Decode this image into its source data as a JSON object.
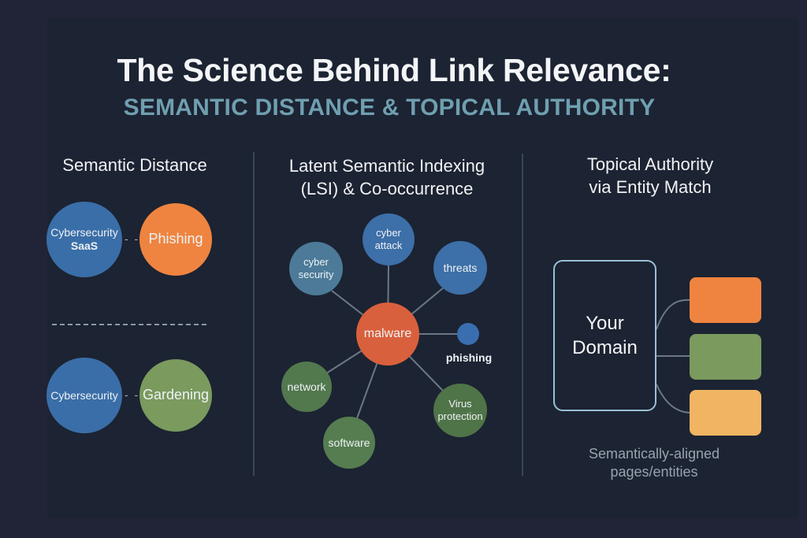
{
  "header": {
    "title": "The Science Behind Link Relevance:",
    "subtitle": "SEMANTIC DISTANCE & TOPICAL AUTHORITY"
  },
  "colors": {
    "background": "#212436",
    "panel": "#1c2332",
    "subtitle": "#6f9fb0",
    "blue": "#3a6ea8",
    "steel_blue": "#4c7a98",
    "orange": "#ef8440",
    "malware_orange": "#d9603d",
    "green_light": "#7a9a5e",
    "green_dark": "#52784e",
    "light_orange": "#f0b463",
    "domain_border": "#9ac0d8"
  },
  "semantic_distance": {
    "heading": "Semantic Distance",
    "pairs": [
      {
        "left": {
          "line1": "Cybersecurity",
          "line2": "SaaS"
        },
        "connector": "- -",
        "right": {
          "label": "Phishing"
        }
      },
      {
        "left": {
          "line1": "Cybersecurity"
        },
        "connector": "- -",
        "right": {
          "label": "Gardening"
        }
      }
    ]
  },
  "lsi": {
    "heading_line1": "Latent Semantic Indexing",
    "heading_line2": "(LSI) & Co-occurrence",
    "center": {
      "label": "malware"
    },
    "nodes": [
      {
        "line1": "cyber",
        "line2": "security"
      },
      {
        "line1": "cyber",
        "line2": "attack"
      },
      {
        "line1": "threats"
      },
      {
        "label": "phishing"
      },
      {
        "line1": "network"
      },
      {
        "line1": "software"
      },
      {
        "line1": "Virus",
        "line2": "protection"
      }
    ]
  },
  "topical_authority": {
    "heading_line1": "Topical Authority",
    "heading_line2": "via Entity Match",
    "domain_line1": "Your",
    "domain_line2": "Domain",
    "caption_line1": "Semantically-aligned",
    "caption_line2": "pages/entities"
  }
}
